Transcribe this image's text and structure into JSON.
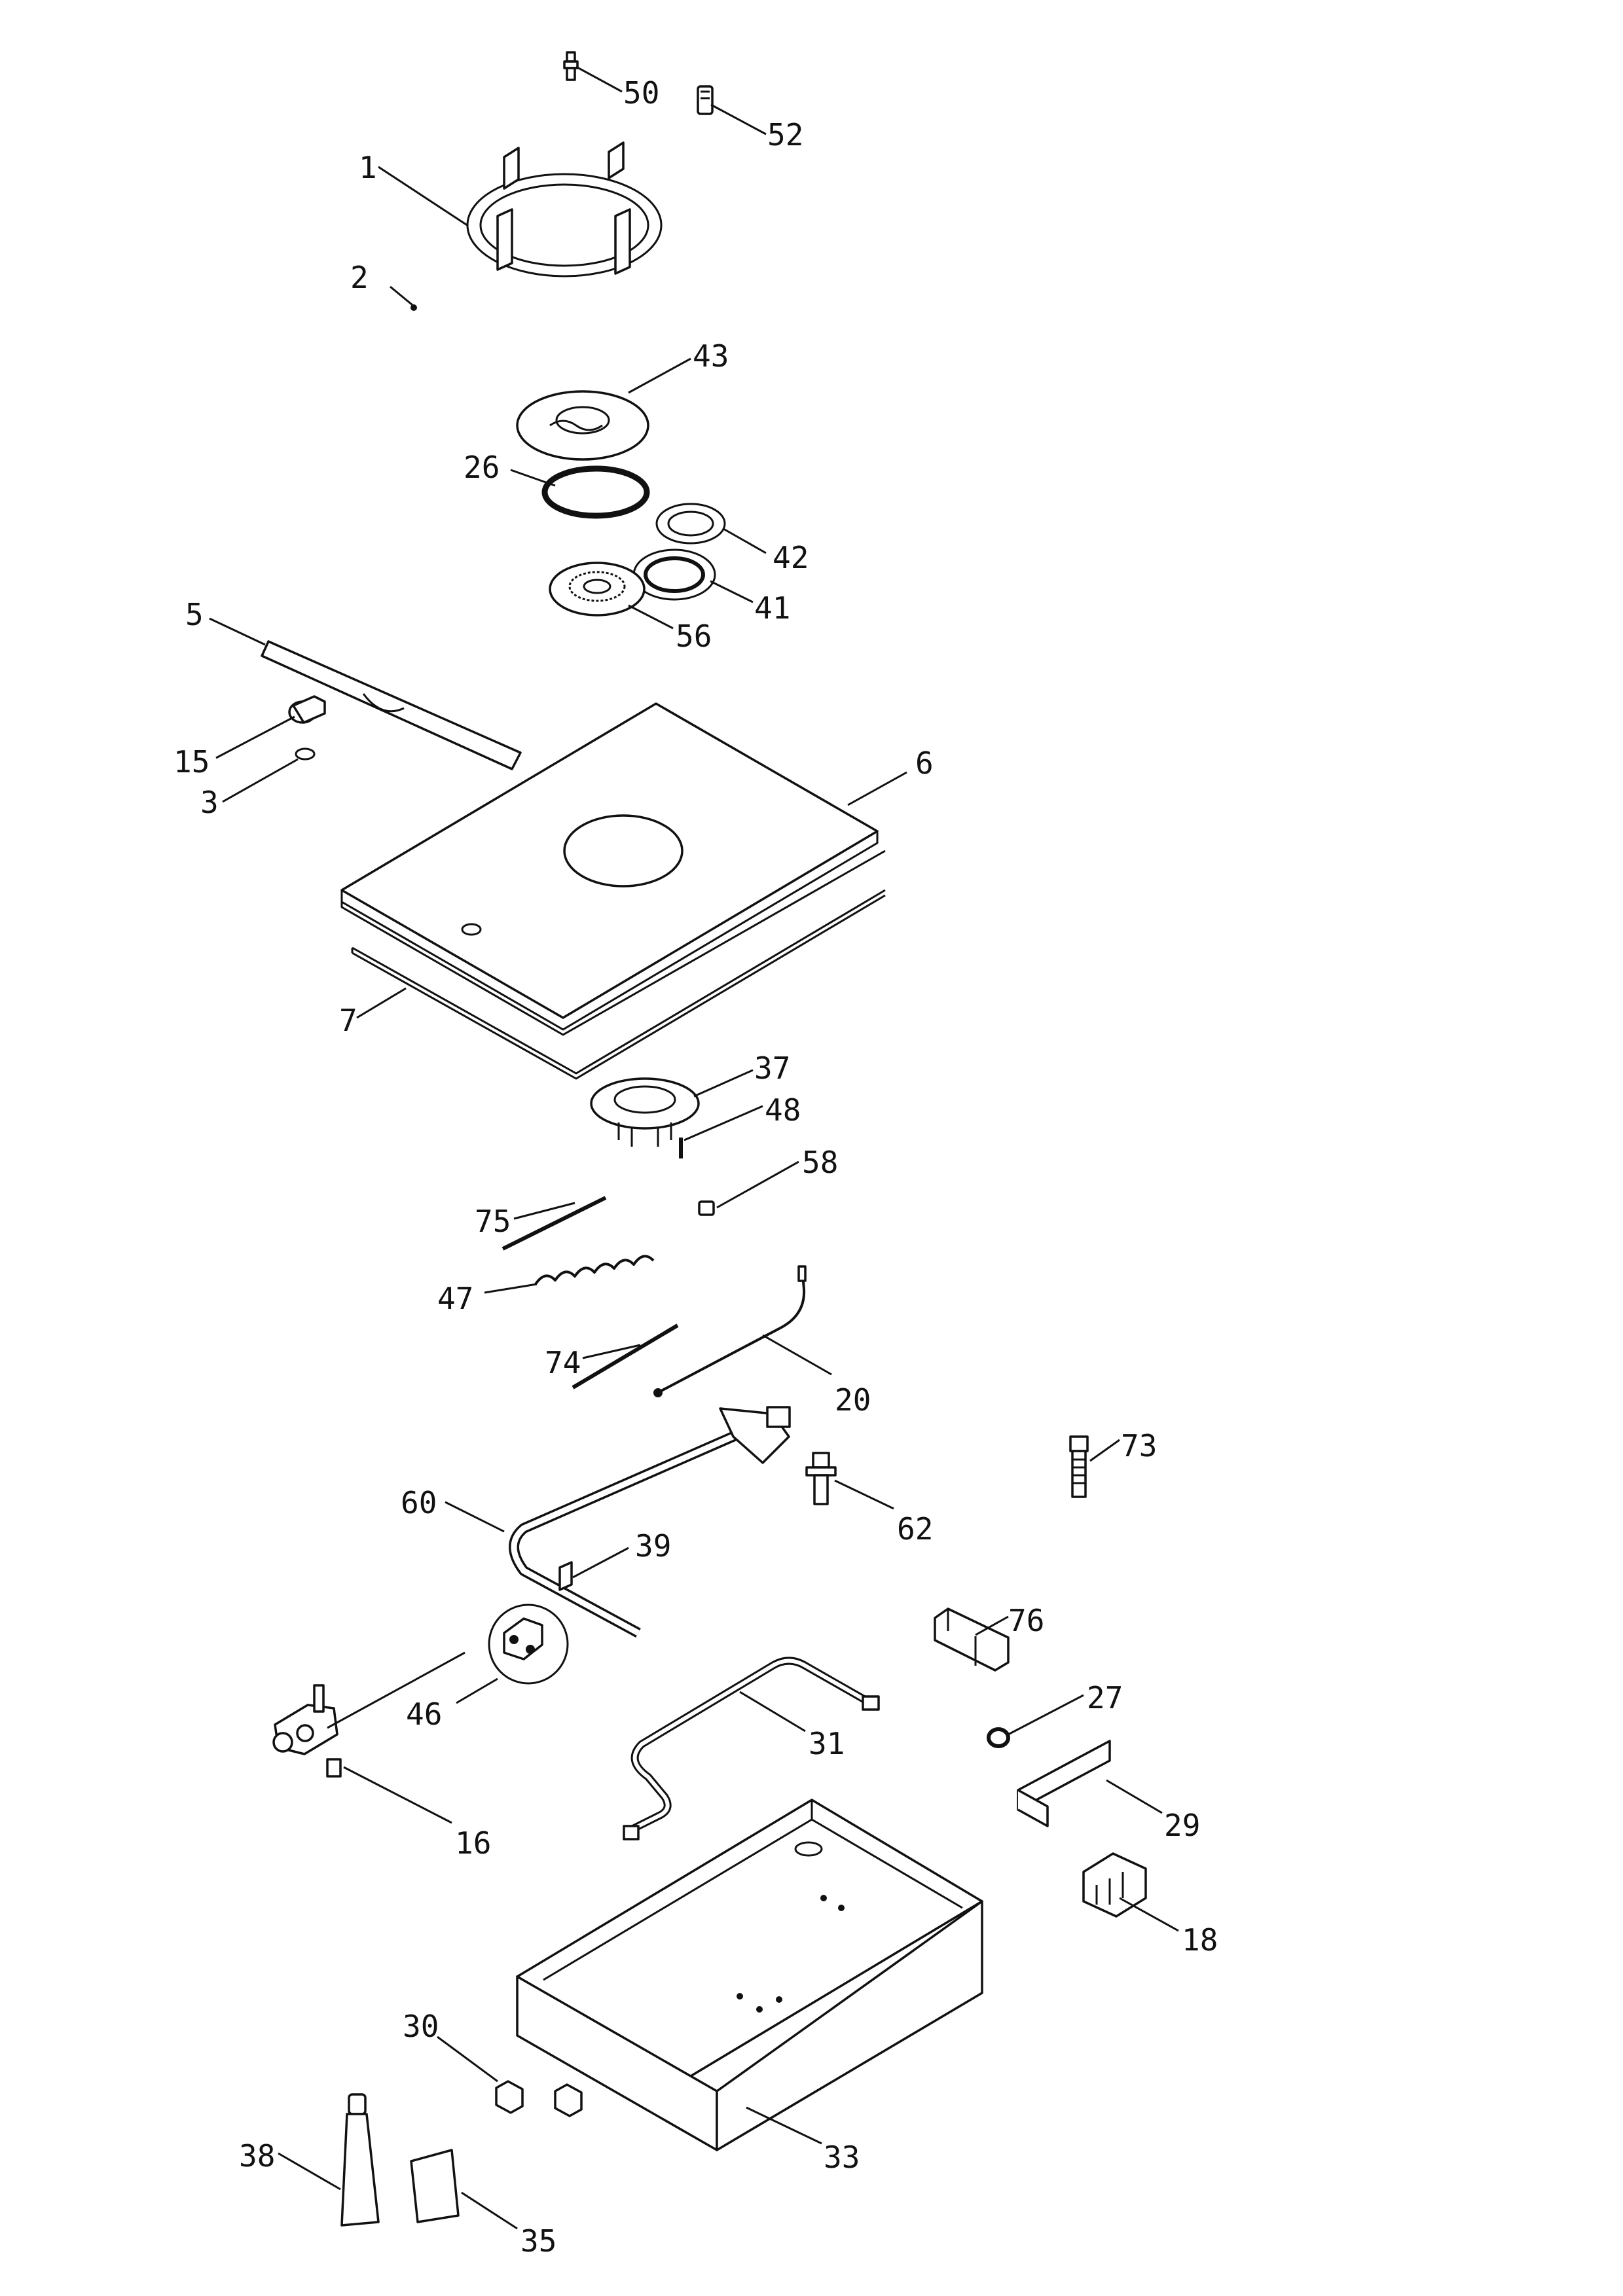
{
  "parts": [
    {
      "id": "p50",
      "label": "50"
    },
    {
      "id": "p52",
      "label": "52"
    },
    {
      "id": "p1",
      "label": "1"
    },
    {
      "id": "p2",
      "label": "2"
    },
    {
      "id": "p43",
      "label": "43"
    },
    {
      "id": "p26",
      "label": "26"
    },
    {
      "id": "p42",
      "label": "42"
    },
    {
      "id": "p41",
      "label": "41"
    },
    {
      "id": "p56",
      "label": "56"
    },
    {
      "id": "p5",
      "label": "5"
    },
    {
      "id": "p15",
      "label": "15"
    },
    {
      "id": "p3",
      "label": "3"
    },
    {
      "id": "p6",
      "label": "6"
    },
    {
      "id": "p7",
      "label": "7"
    },
    {
      "id": "p37",
      "label": "37"
    },
    {
      "id": "p48",
      "label": "48"
    },
    {
      "id": "p58",
      "label": "58"
    },
    {
      "id": "p75",
      "label": "75"
    },
    {
      "id": "p47",
      "label": "47"
    },
    {
      "id": "p74",
      "label": "74"
    },
    {
      "id": "p20",
      "label": "20"
    },
    {
      "id": "p73",
      "label": "73"
    },
    {
      "id": "p62",
      "label": "62"
    },
    {
      "id": "p60",
      "label": "60"
    },
    {
      "id": "p39",
      "label": "39"
    },
    {
      "id": "p76",
      "label": "76"
    },
    {
      "id": "p46",
      "label": "46"
    },
    {
      "id": "p27",
      "label": "27"
    },
    {
      "id": "p31",
      "label": "31"
    },
    {
      "id": "p29",
      "label": "29"
    },
    {
      "id": "p16",
      "label": "16"
    },
    {
      "id": "p18",
      "label": "18"
    },
    {
      "id": "p30",
      "label": "30"
    },
    {
      "id": "p33",
      "label": "33"
    },
    {
      "id": "p38",
      "label": "38"
    },
    {
      "id": "p35",
      "label": "35"
    }
  ]
}
